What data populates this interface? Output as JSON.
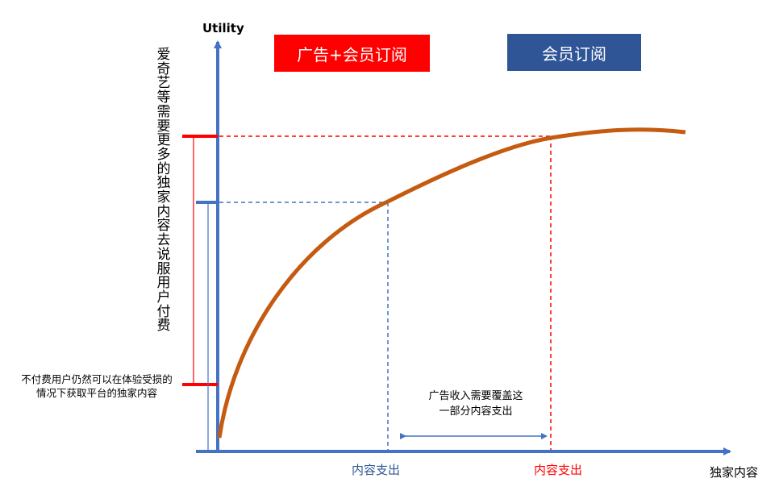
{
  "y_axis_label": "Utility",
  "x_axis_label": "独家内容",
  "box_ad_member": "广告+会员订阅",
  "box_member": "会员订阅",
  "vertical_note": "爱奇艺等需要更多的独家内容去说服用户付费",
  "left_note_line1": "不付费用户仍然可以在体验受损的",
  "left_note_line2": "情况下获取平台的独家内容",
  "ad_note_line1": "广告收入需要覆盖这",
  "ad_note_line2": "一部分内容支出",
  "blue_x_label": "内容支出",
  "red_x_label": "内容支出",
  "colors": {
    "axis": "#4472C4",
    "red": "#FF0000",
    "curve": "#C55A11",
    "box_blue": "#2F5597",
    "box_red": "#FF0000"
  }
}
